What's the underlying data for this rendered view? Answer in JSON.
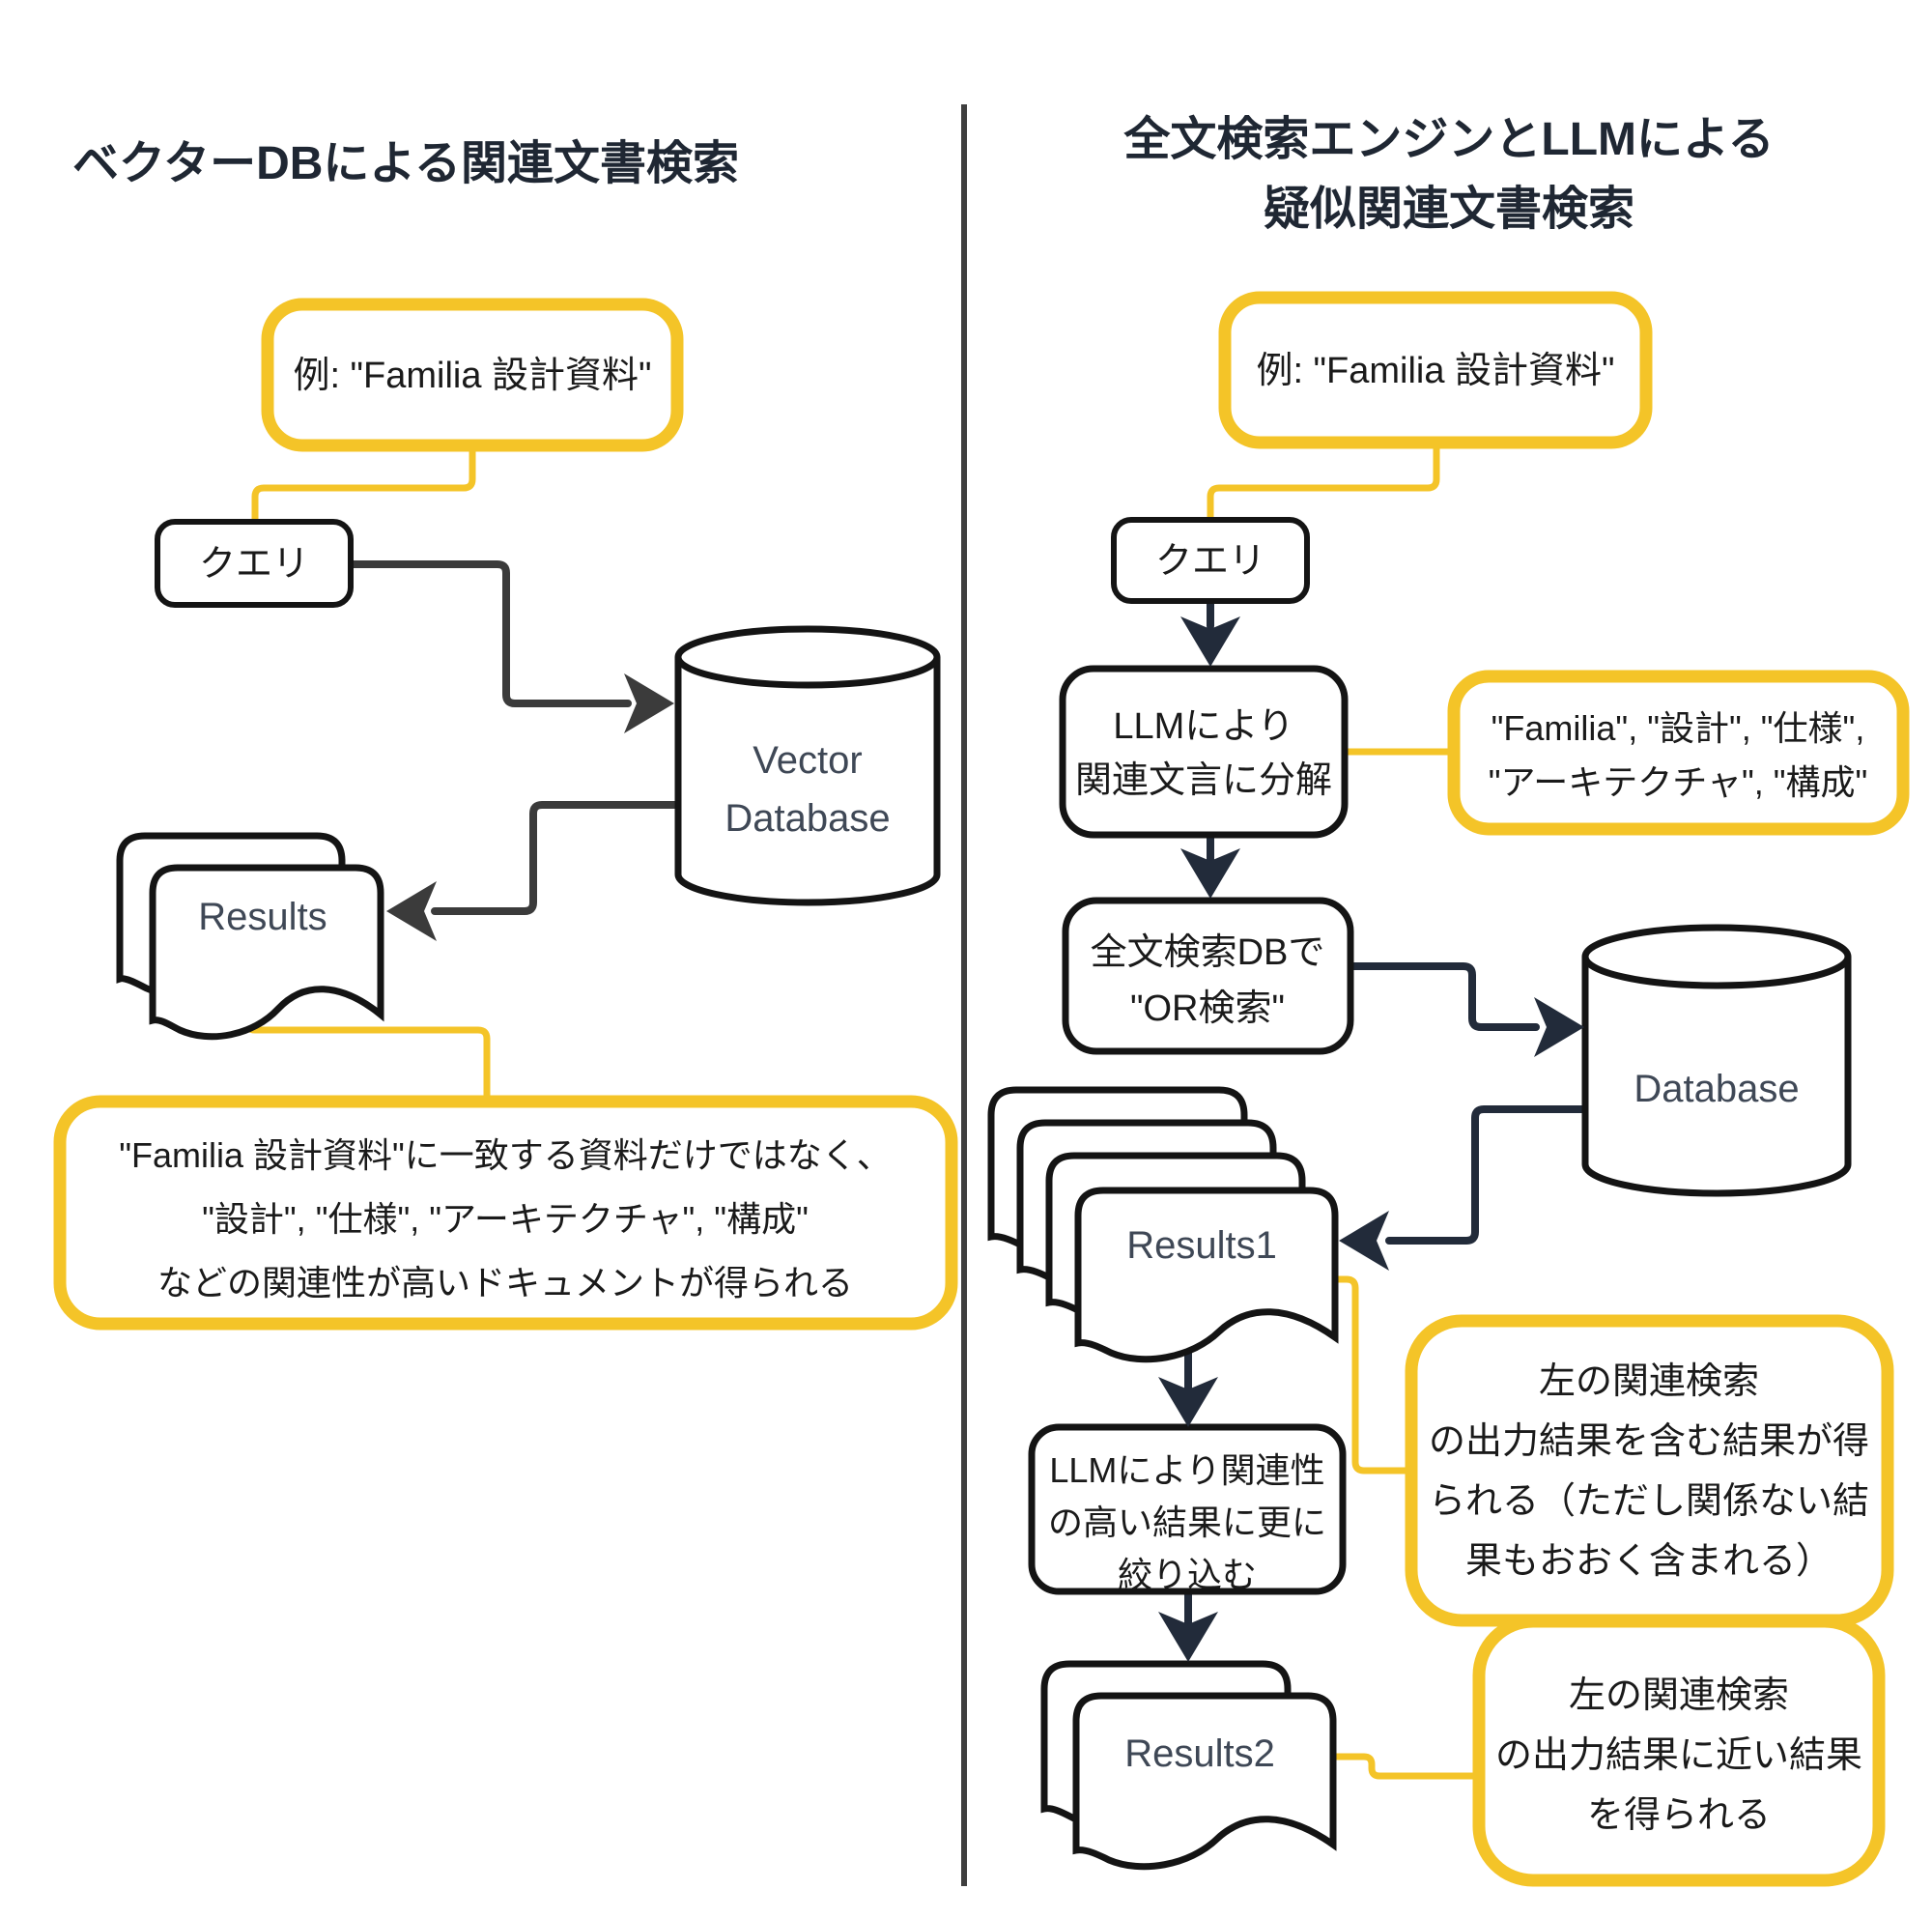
{
  "colors": {
    "yellow": "#F4C428",
    "navy": "#222B3A",
    "gray_line": "#3B3B3B",
    "ink": "#1A1A1A"
  },
  "left": {
    "title": "ベクターDBによる関連文書検索",
    "example_label": "例: \"Familia 設計資料\"",
    "query_label": "クエリ",
    "db_label_line1": "Vector",
    "db_label_line2": "Database",
    "results_label": "Results",
    "note_line1": "\"Familia 設計資料\"に一致する資料だけではなく、",
    "note_line2": "\"設計\", \"仕様\", \"アーキテクチャ\", \"構成\"",
    "note_line3": "などの関連性が高いドキュメントが得られる"
  },
  "right": {
    "title_line1": "全文検索エンジンとLLMによる",
    "title_line2": "疑似関連文書検索",
    "example_label": "例: \"Familia 設計資料\"",
    "query_label": "クエリ",
    "llm_decompose_line1": "LLMにより",
    "llm_decompose_line2": "関連文言に分解",
    "keywords_line1": "\"Familia\", \"設計\", \"仕様\",",
    "keywords_line2": "\"アーキテクチャ\", \"構成\"",
    "or_search_line1": "全文検索DBで",
    "or_search_line2": "\"OR検索\"",
    "db_label": "Database",
    "results1_label": "Results1",
    "refine_line1": "LLMにより関連性",
    "refine_line2": "の高い結果に更に",
    "refine_line3": "絞り込む",
    "results1_note_line1": "左の関連検索",
    "results1_note_line2": "の出力結果を含む結果が得",
    "results1_note_line3": "られる（ただし関係ない結",
    "results1_note_line4": "果もおおく含まれる）",
    "results2_label": "Results2",
    "results2_note_line1": "左の関連検索",
    "results2_note_line2": "の出力結果に近い結果",
    "results2_note_line3": "を得られる"
  }
}
